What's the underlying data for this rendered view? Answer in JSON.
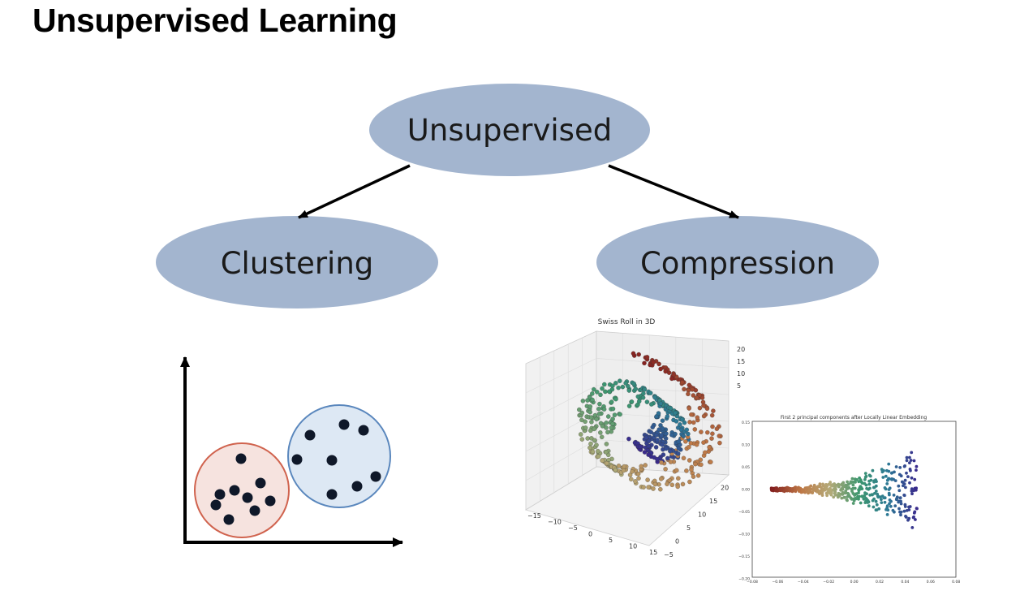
{
  "slide": {
    "title": "Unsupervised Learning"
  },
  "tree": {
    "root": "Unsupervised",
    "left": "Clustering",
    "right": "Compression"
  },
  "swiss_roll": {
    "title": "Swiss Roll in 3D",
    "z_ticks": [
      "20",
      "15",
      "10",
      "5"
    ],
    "x_ticks": [
      "−15",
      "−10",
      "−5",
      "0",
      "5",
      "10",
      "15"
    ],
    "y_ticks": [
      "−5",
      "0",
      "5",
      "10",
      "15",
      "20"
    ]
  },
  "lle": {
    "title": "First 2 principal components after Locally Linear Embedding",
    "y_ticks": [
      "0.15",
      "0.10",
      "0.05",
      "0.00",
      "−0.05",
      "−0.10",
      "−0.15",
      "−0.20"
    ],
    "x_ticks": [
      "−0.08",
      "−0.06",
      "−0.04",
      "−0.02",
      "0.00",
      "0.02",
      "0.04",
      "0.06",
      "0.08"
    ]
  },
  "colors": {
    "node_fill": "#a3b5cf",
    "left_cluster_fill": "#f6e3df",
    "left_cluster_stroke": "#d0634e",
    "right_cluster_fill": "#dde8f4",
    "right_cluster_stroke": "#5a87bd",
    "dot": "#0f1829"
  }
}
